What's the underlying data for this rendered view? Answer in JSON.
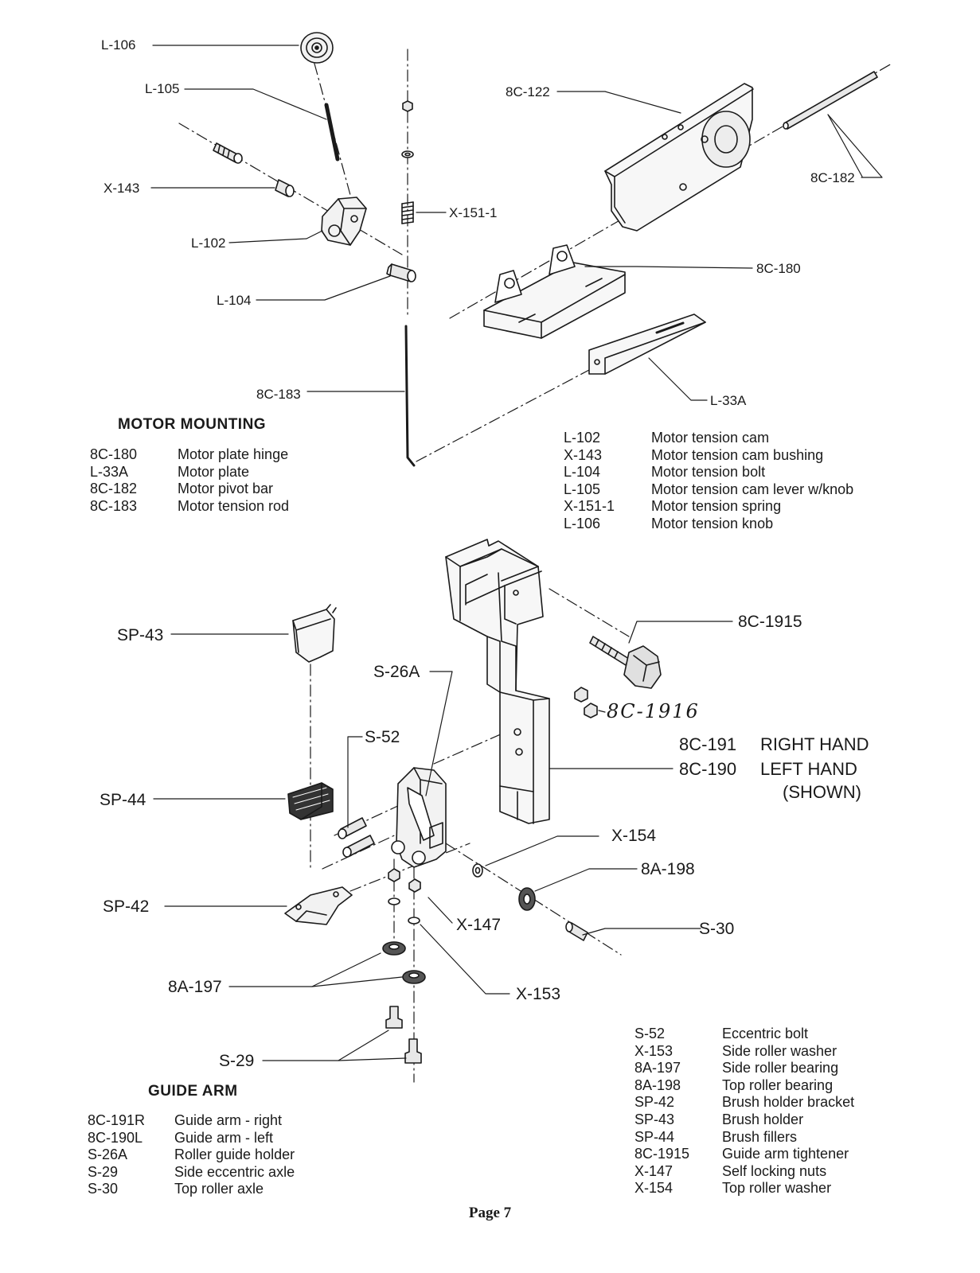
{
  "motor_mounting": {
    "title": "MOTOR MOUNTING",
    "callouts": {
      "l106": "L-106",
      "l105": "L-105",
      "x143": "X-143",
      "l102": "L-102",
      "l104": "L-104",
      "c183": "8C-183",
      "x151": "X-151-1",
      "c122": "8C-122",
      "c182": "8C-182",
      "c180": "8C-180",
      "l33a": "L-33A"
    },
    "legend_left": [
      {
        "code": "8C-180",
        "desc": "Motor plate hinge"
      },
      {
        "code": "L-33A",
        "desc": "Motor plate"
      },
      {
        "code": "8C-182",
        "desc": "Motor pivot bar"
      },
      {
        "code": "8C-183",
        "desc": "Motor tension rod"
      }
    ],
    "legend_right": [
      {
        "code": "L-102",
        "desc": "Motor tension cam"
      },
      {
        "code": "X-143",
        "desc": "Motor tension cam bushing"
      },
      {
        "code": "L-104",
        "desc": "Motor tension bolt"
      },
      {
        "code": "L-105",
        "desc": "Motor tension cam lever w/knob"
      },
      {
        "code": "X-151-1",
        "desc": "Motor tension spring"
      },
      {
        "code": "L-106",
        "desc": "Motor tension knob"
      }
    ]
  },
  "guide_arm": {
    "title": "GUIDE ARM",
    "callouts": {
      "sp43": "SP-43",
      "s26a": "S-26A",
      "s52": "S-52",
      "sp44": "SP-44",
      "sp42": "SP-42",
      "a197": "8A-197",
      "s29": "S-29",
      "x147": "X-147",
      "x153": "X-153",
      "x154": "X-154",
      "a198": "8A-198",
      "s30": "S-30",
      "c1915": "8C-1915",
      "c1916": "8C-1916"
    },
    "hand_labels": [
      {
        "code": "8C-191",
        "text": "RIGHT HAND"
      },
      {
        "code": "8C-190",
        "text": "LEFT HAND"
      }
    ],
    "shown_note": "(SHOWN)",
    "legend_left": [
      {
        "code": "8C-191R",
        "desc": "Guide arm - right"
      },
      {
        "code": "8C-190L",
        "desc": "Guide arm - left"
      },
      {
        "code": "S-26A",
        "desc": "Roller guide holder"
      },
      {
        "code": "S-29",
        "desc": "Side eccentric axle"
      },
      {
        "code": "S-30",
        "desc": "Top roller axle"
      }
    ],
    "legend_right": [
      {
        "code": "S-52",
        "desc": "Eccentric bolt"
      },
      {
        "code": "X-153",
        "desc": "Side roller washer"
      },
      {
        "code": "8A-197",
        "desc": "Side roller bearing"
      },
      {
        "code": "8A-198",
        "desc": "Top roller bearing"
      },
      {
        "code": "SP-42",
        "desc": "Brush holder bracket"
      },
      {
        "code": "SP-43",
        "desc": "Brush holder"
      },
      {
        "code": "SP-44",
        "desc": "Brush fillers"
      },
      {
        "code": "8C-1915",
        "desc": "Guide arm tightener"
      },
      {
        "code": "X-147",
        "desc": "Self locking nuts"
      },
      {
        "code": "X-154",
        "desc": "Top roller washer"
      }
    ]
  },
  "footer": {
    "page": "Page 7"
  }
}
